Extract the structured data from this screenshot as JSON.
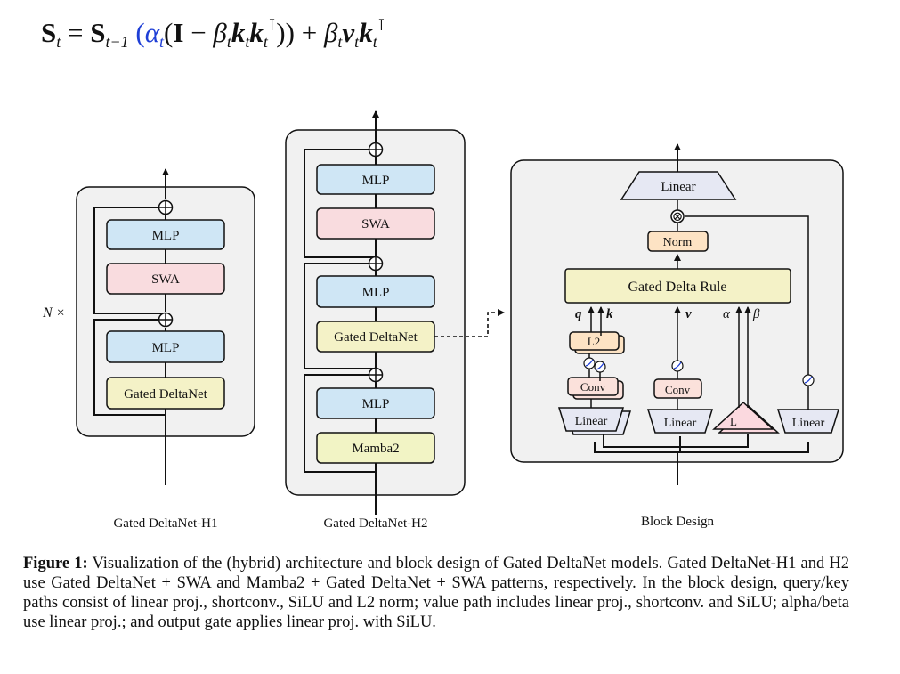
{
  "equation": {
    "lhs_symbol": "S",
    "lhs_sub": "t",
    "equals": " = ",
    "s_symbol": "S",
    "s_sub": "t−1",
    "open": " (",
    "alpha": "α",
    "alpha_sub": "t",
    "inner_open": "(",
    "identity": "I",
    "minus": " − ",
    "beta": "β",
    "beta_sub": "t",
    "k1": "k",
    "k1_sub": "t",
    "k2": "k",
    "k2_sub": "t",
    "k2_sup": "⊺",
    "close": "))",
    "plus": " + ",
    "beta2": "β",
    "beta2_sub": "t",
    "v": "v",
    "v_sub": "t",
    "k3": "k",
    "k3_sub": "t",
    "k3_sup": "⊺"
  },
  "h1": {
    "title": "Gated DeltaNet-H1",
    "repeat_label": "N ×",
    "blocks": [
      "MLP",
      "SWA",
      "MLP",
      "Gated DeltaNet"
    ]
  },
  "h2": {
    "title": "Gated DeltaNet-H2",
    "blocks": [
      "MLP",
      "SWA",
      "MLP",
      "Gated DeltaNet",
      "MLP",
      "Mamba2"
    ]
  },
  "block_design": {
    "title": "Block Design",
    "output_linear": "Linear",
    "norm": "Norm",
    "rule": "Gated Delta Rule",
    "q_label": "q",
    "k_label": "k",
    "v_label": "v",
    "alpha_label": "α",
    "beta_label": "β",
    "l2": "L2",
    "conv_qk": "Conv",
    "conv_v": "Conv",
    "linear_qk": "Linear",
    "linear_v": "Linear",
    "linear_ab": "L",
    "linear_gate": "Linear",
    "multiply_symbol": "⊗"
  },
  "colors": {
    "mlp": "#cfe6f5",
    "swa": "#f9dcdf",
    "deltanet": "#f4f2c7",
    "mamba": "#f2f4c5",
    "panel": "#f1f1f1",
    "norm": "#fde3c4",
    "linear": "#e6e8f3",
    "conv": "#fbe1db",
    "triangle": "#fbd9df"
  },
  "caption": {
    "label": "Figure 1:",
    "text": " Visualization of the (hybrid) architecture and block design of Gated DeltaNet models. Gated DeltaNet-H1 and H2 use Gated DeltaNet + SWA and Mamba2 + Gated DeltaNet + SWA patterns, respectively. In the block design, query/key paths consist of linear proj., shortconv., SiLU and L2 norm; value path includes linear proj., shortconv. and SiLU; alpha/beta use linear proj.; and output gate applies linear proj. with SiLU."
  }
}
